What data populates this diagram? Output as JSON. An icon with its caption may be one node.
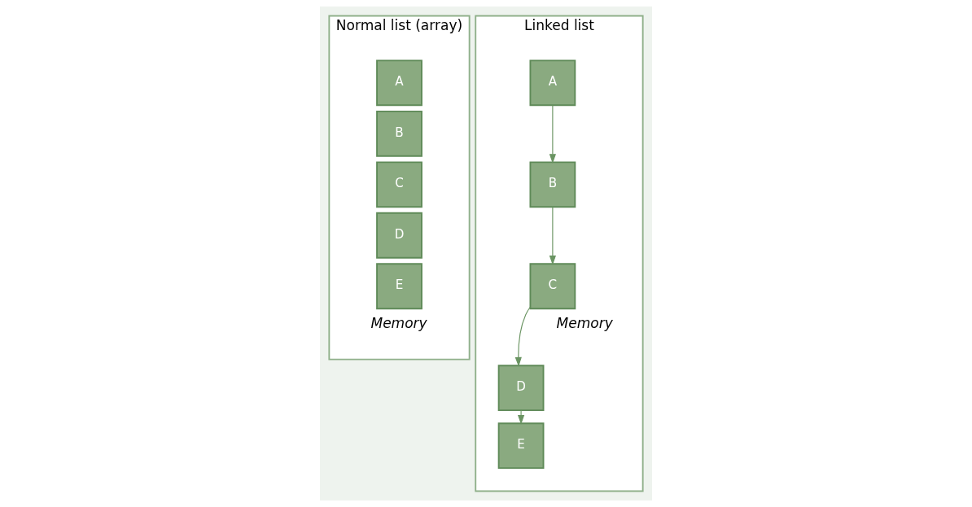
{
  "diagram": {
    "nodes": [
      {
        "text": [
          "Normal list (array)",
          "Memory"
        ]
      },
      {
        "text": [
          "A"
        ],
        "in": 0
      },
      {
        "text": [
          "B"
        ],
        "in": 0
      },
      {
        "text": [
          "C"
        ],
        "in": 0
      },
      {
        "text": [
          "D"
        ],
        "in": 0
      },
      {
        "text": [
          "E"
        ],
        "in": 0
      },
      {
        "text": [
          "Linked list",
          "Memory"
        ]
      },
      {
        "text": [
          "A"
        ],
        "in": 6
      },
      {
        "text": [
          "B"
        ],
        "in": 6
      },
      {
        "text": [
          "D"
        ],
        "in": 6
      },
      {
        "text": [
          "E"
        ],
        "in": 6
      },
      {
        "text": [
          "C"
        ],
        "in": 6
      }
    ],
    "edges": [
      {
        "from": 7,
        "to": 8,
        "arrow": "to"
      },
      {
        "from": 8,
        "to": 11,
        "arrow": "to"
      },
      {
        "from": 11,
        "to": 9,
        "arrow": "to"
      },
      {
        "from": 9,
        "to": 10,
        "arrow": "to"
      }
    ]
  }
}
